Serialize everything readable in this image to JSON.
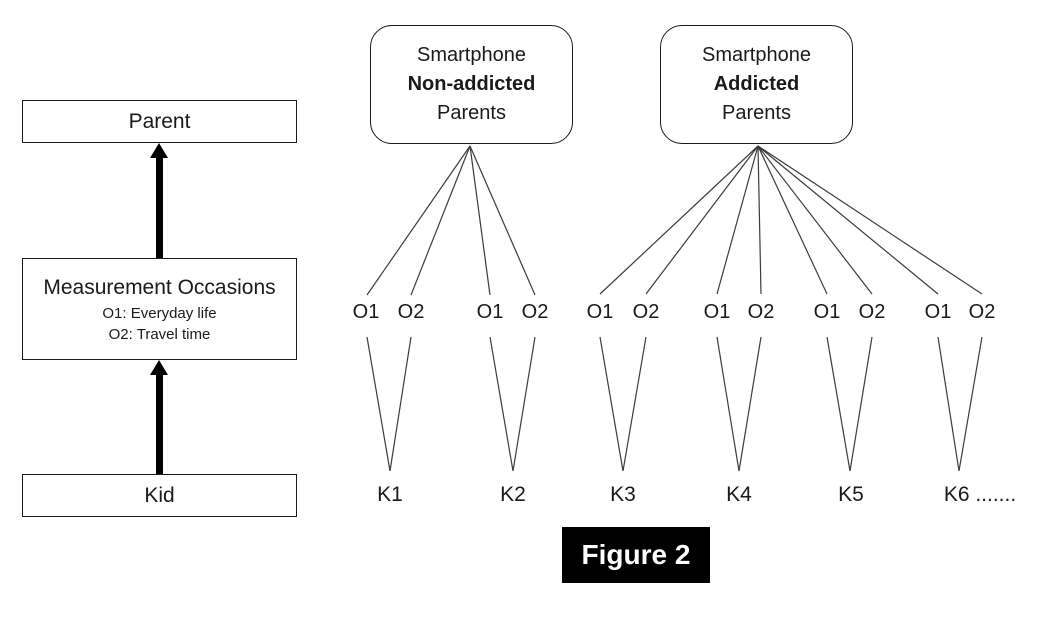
{
  "figure": {
    "caption": "Figure 2"
  },
  "left_panel": {
    "parent_box": {
      "label": "Parent"
    },
    "measurement_box": {
      "title": "Measurement Occasions",
      "occasion1": "O1: Everyday life",
      "occasion2": "O2: Travel time"
    },
    "kid_box": {
      "label": "Kid"
    }
  },
  "groups": [
    {
      "box": {
        "line1": "Smartphone",
        "line2": "Non-addicted",
        "line3": "Parents"
      },
      "occasions": [
        "O1",
        "O2",
        "O1",
        "O2"
      ],
      "kids": [
        "K1",
        "K2"
      ]
    },
    {
      "box": {
        "line1": "Smartphone",
        "line2": "Addicted",
        "line3": "Parents"
      },
      "occasions": [
        "O1",
        "O2",
        "O1",
        "O2",
        "O1",
        "O2",
        "O1",
        "O2"
      ],
      "kids": [
        "K3",
        "K4",
        "K5",
        "K6 ......."
      ]
    }
  ],
  "colors": {
    "background": "#ffffff",
    "box_border": "#000000",
    "connector_line": "#3b3b3b",
    "arrow": "#000000",
    "caption_bg": "#000000",
    "caption_fg": "#ffffff"
  }
}
